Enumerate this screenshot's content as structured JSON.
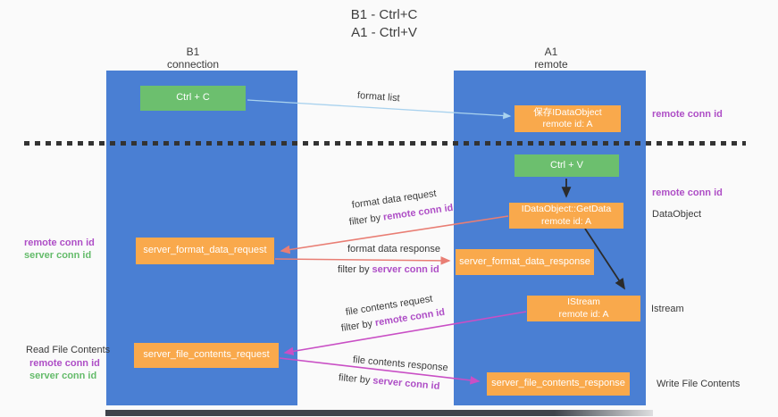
{
  "title": {
    "line1": "B1 - Ctrl+C",
    "line2": "A1 - Ctrl+V"
  },
  "lanes": {
    "left": {
      "name": "B1",
      "subtitle": "connection"
    },
    "right": {
      "name": "A1",
      "subtitle": "remote"
    }
  },
  "boxes": {
    "ctrl_c": "Ctrl + C",
    "ctrl_v": "Ctrl + V",
    "save_dataobject": {
      "line1": "保存IDataObject",
      "line2": "remote id: A"
    },
    "getdata": {
      "line1": "IDataObject::GetData",
      "line2": "remote id: A"
    },
    "istream": {
      "line1": "IStream",
      "line2": "remote id: A"
    },
    "server_format_data_request": "server_format_data_request",
    "server_format_data_response": "server_format_data_response",
    "server_file_contents_request": "server_file_contents_request",
    "server_file_contents_response": "server_file_contents_response"
  },
  "arrow_labels": {
    "format_list": "format list",
    "format_data_request": "format data request",
    "format_data_response": "format data response",
    "file_contents_request": "file contents request",
    "file_contents_response": "file contents response",
    "filter_by": "filter by ",
    "remote_conn_id": "remote conn id",
    "server_conn_id": "server conn id"
  },
  "side_labels": {
    "remote_conn_id": "remote conn id",
    "server_conn_id": "server conn id",
    "dataobject": "DataObject",
    "istream": "Istream",
    "read_file_contents": "Read File Contents",
    "write_file_contents": "Write File Contents"
  },
  "colors": {
    "lane_blue": "#4a7fd3",
    "box_green": "#6cbf6e",
    "box_orange": "#f9a94c",
    "arrow_light_blue": "#a9d2ee",
    "arrow_black": "#2b2b2b",
    "arrow_salmon": "#e97e74",
    "arrow_magenta": "#c94fc5",
    "text_purple": "#ae4ec6",
    "text_green": "#64bb6a",
    "dash_line": "#333333"
  }
}
